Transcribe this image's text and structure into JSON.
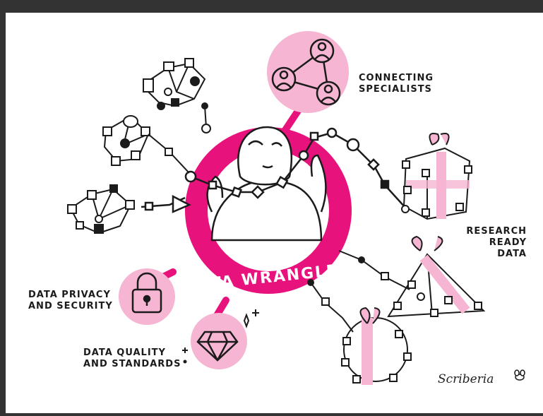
{
  "center_label": "DATA WRANGLER",
  "labels": {
    "connecting": [
      "CONNECTING",
      "SPECIALISTS"
    ],
    "research": [
      "RESEARCH",
      "READY",
      "DATA"
    ],
    "privacy": [
      "DATA PRIVACY",
      "AND SECURITY"
    ],
    "quality": [
      "DATA QUALITY",
      "AND STANDARDS"
    ]
  },
  "signature": "Scriberia",
  "colors": {
    "magenta": "#e8127c",
    "pink": "#f6b5d2",
    "ink": "#1b1b1b",
    "frame": "#333333"
  },
  "icons": [
    "people-network-icon",
    "gift-box-icon",
    "gift-cone-icon",
    "gift-ring-icon",
    "padlock-icon",
    "gem-icon",
    "sparkle-icon",
    "bee-icon"
  ]
}
